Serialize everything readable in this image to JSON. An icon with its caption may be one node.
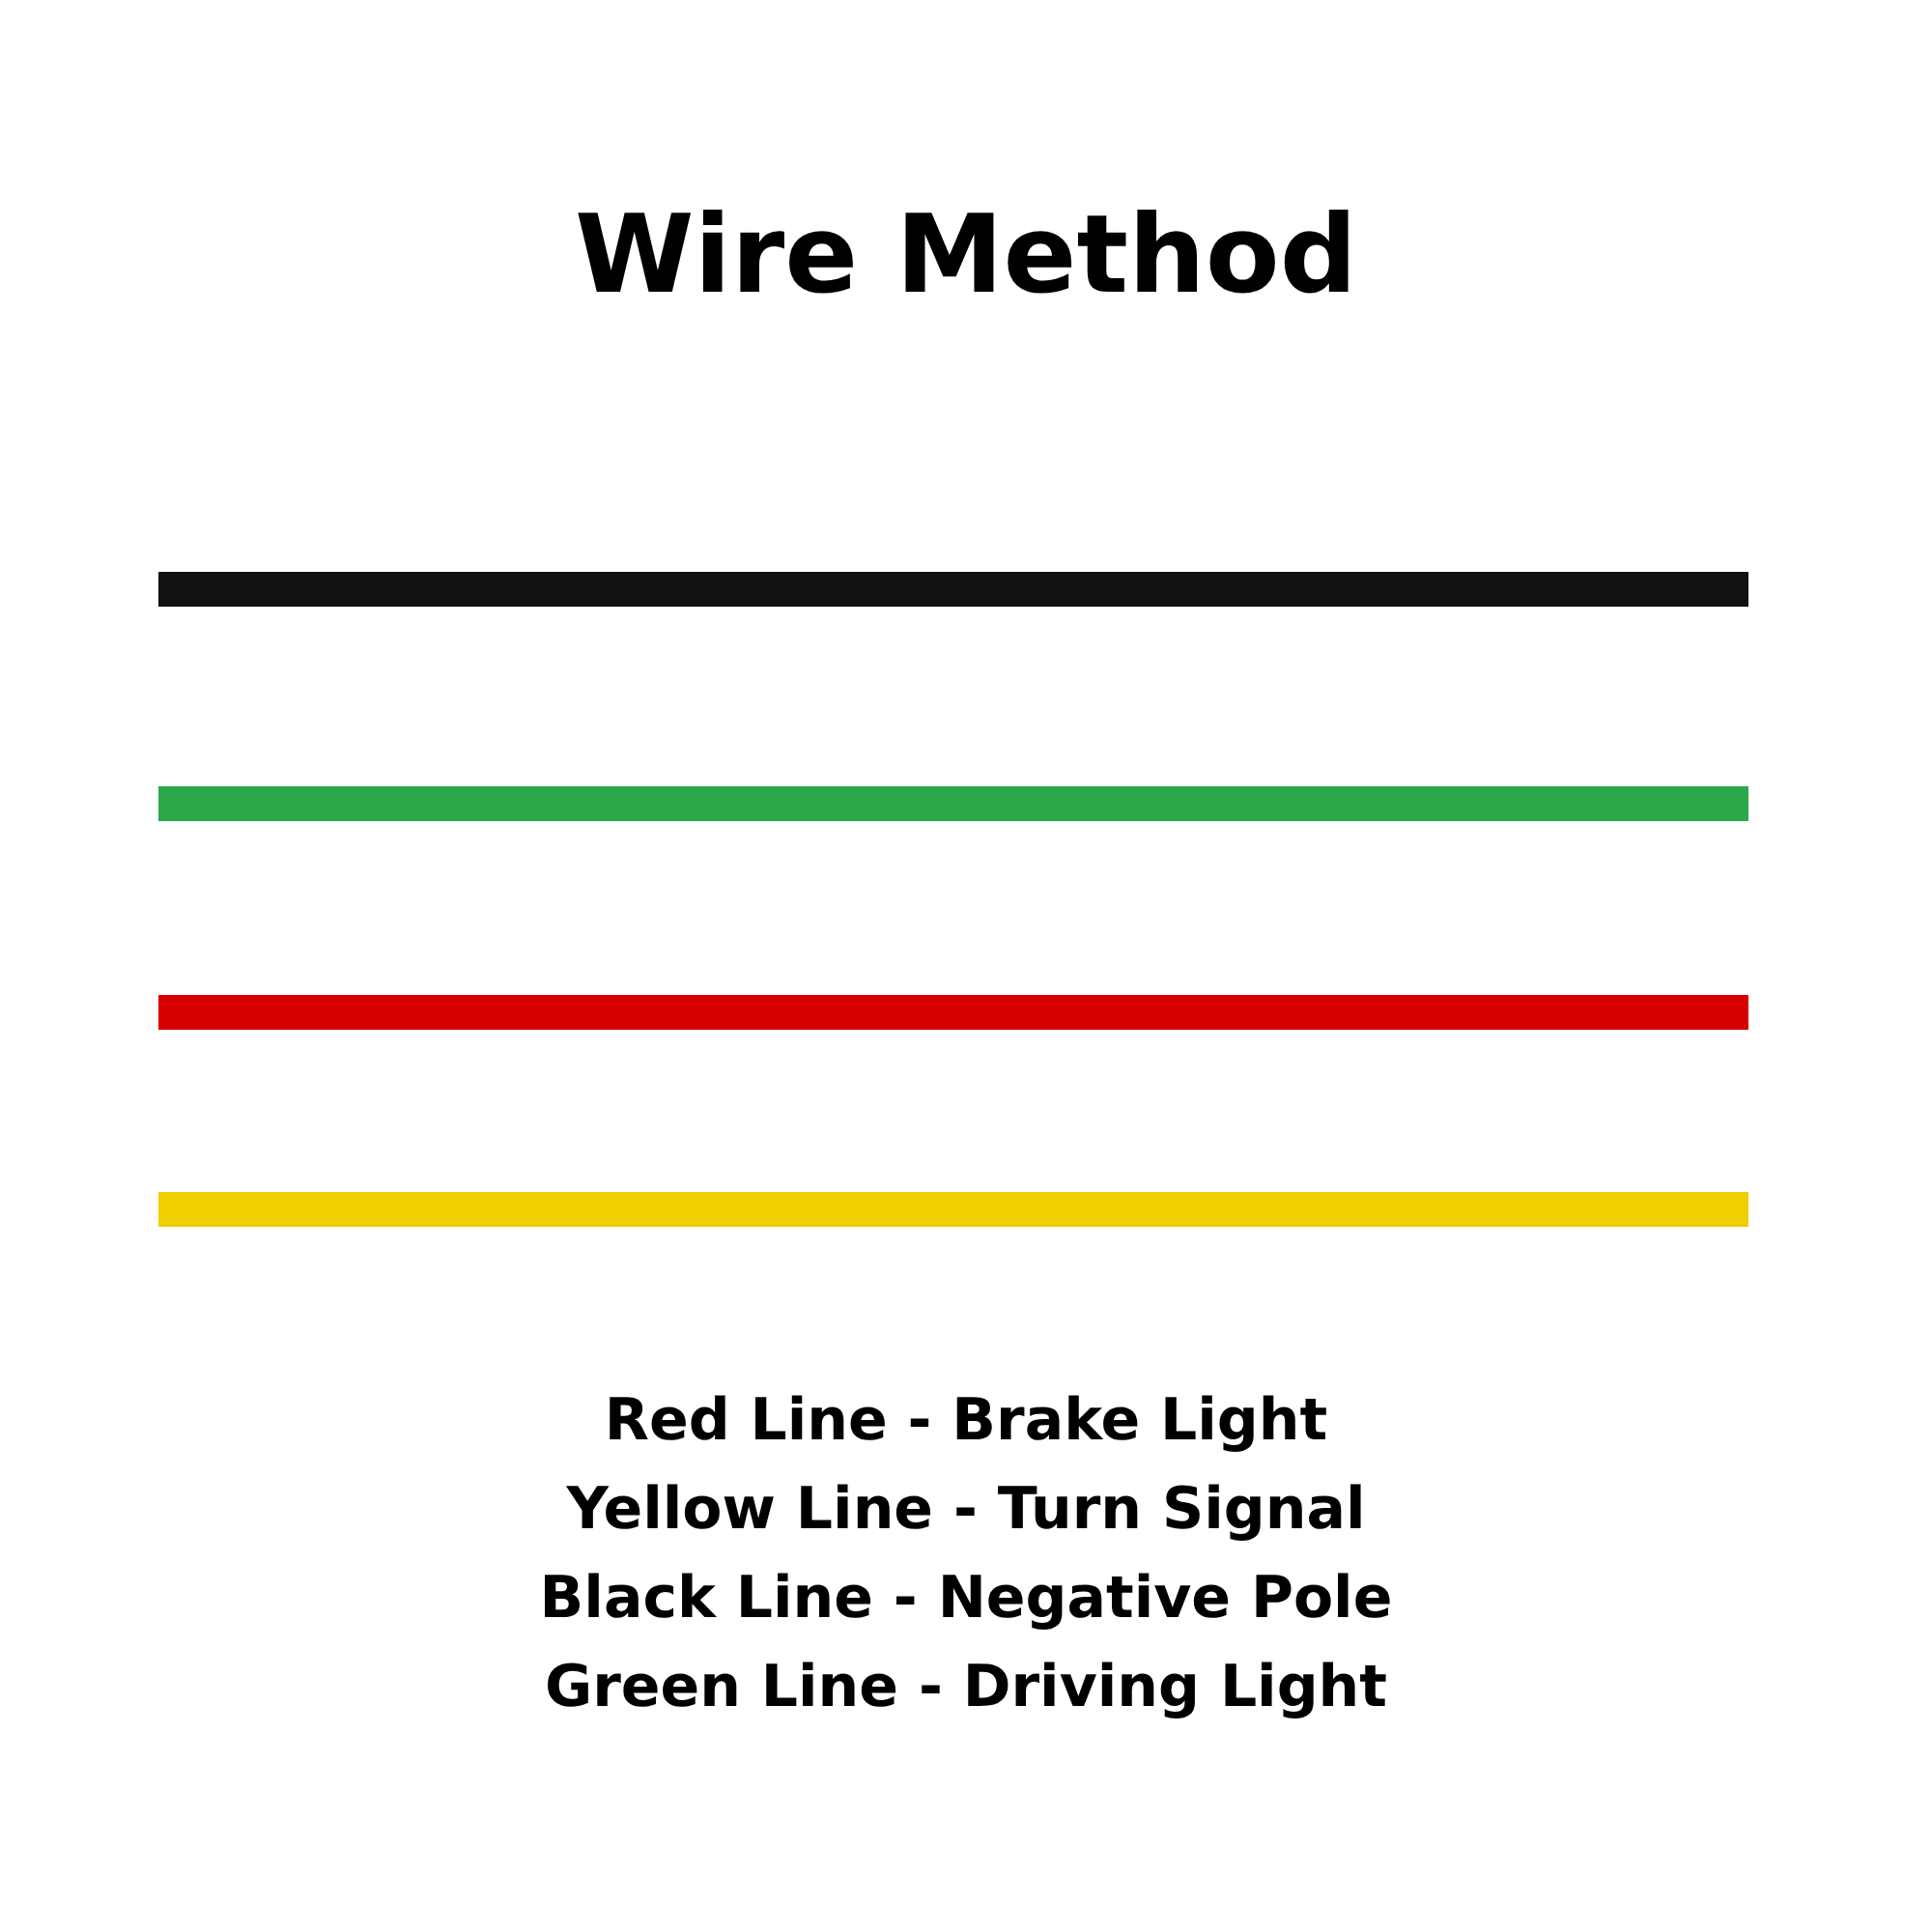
{
  "diagram": {
    "title": "Wire Method",
    "labels": [
      "Red Line - Brake Light",
      "Yellow Line - Turn Signal",
      "Black Line - Negative Pole",
      "Green Line - Driving Light"
    ]
  }
}
